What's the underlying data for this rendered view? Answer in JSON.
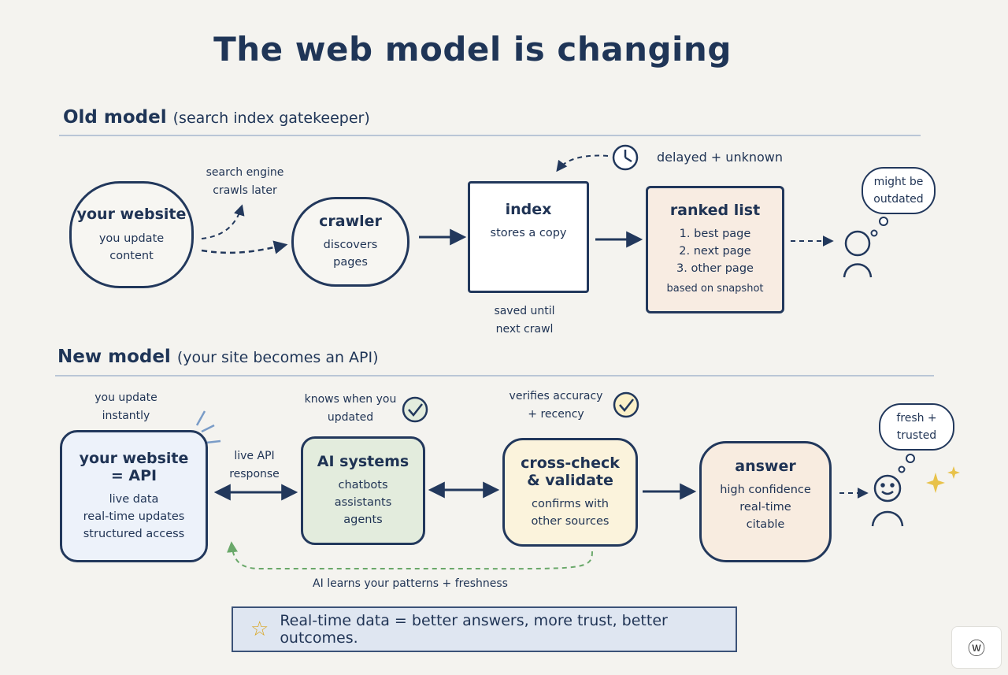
{
  "title": "The web model is changing",
  "old_model": {
    "heading": "Old model",
    "sub": "(search index gatekeeper)",
    "website": {
      "title": "your website",
      "lines": [
        "you update",
        "content"
      ]
    },
    "crawl_note": [
      "search engine",
      "crawls later"
    ],
    "crawler": {
      "title": "crawler",
      "lines": [
        "discovers",
        "pages"
      ]
    },
    "index": {
      "title": "index",
      "lines": [
        "stores a copy"
      ]
    },
    "index_note": [
      "saved until",
      "next crawl"
    ],
    "delay_note": "delayed + unknown",
    "ranked": {
      "title": "ranked list",
      "lines": [
        "1. best page",
        "2. next page",
        "3. other page",
        "based on snapshot"
      ]
    },
    "thought": [
      "might be",
      "outdated"
    ]
  },
  "new_model": {
    "heading": "New model",
    "sub": "(your site becomes an API)",
    "update_note": [
      "you update",
      "instantly"
    ],
    "website": {
      "title": "your website",
      "title2": "= API",
      "lines": [
        "live data",
        "real-time updates",
        "structured access"
      ]
    },
    "api_note": [
      "live API",
      "response"
    ],
    "ai": {
      "title": "AI systems",
      "lines": [
        "chatbots",
        "assistants",
        "agents"
      ]
    },
    "ai_note": [
      "knows when you",
      "updated"
    ],
    "cross": {
      "title": "cross-check",
      "title2": "& validate",
      "lines": [
        "confirms with",
        "other sources"
      ]
    },
    "cross_note": [
      "verifies accuracy",
      "+ recency"
    ],
    "answer": {
      "title": "answer",
      "lines": [
        "high confidence",
        "real-time",
        "citable"
      ]
    },
    "thought": [
      "fresh +",
      "trusted"
    ],
    "feedback_note": "AI learns your patterns + freshness"
  },
  "callout": "Real-time data = better answers, more trust, better outcomes.",
  "icons": {
    "clock": "clock-icon",
    "check": "check-circle-icon",
    "star": "star-icon",
    "person": "person-icon",
    "sparkle": "sparkle-icon",
    "brand": "brand-icon"
  },
  "colors": {
    "ink": "#22385c",
    "background": "#f4f3ef",
    "website_fill": "#edf2fa",
    "ai_fill": "#e3ecdd",
    "cross_fill": "#fbf3dc",
    "answer_fill": "#f8ece0",
    "ranked_fill": "#f8ece2",
    "feedback": "#6aa86a",
    "callout_fill": "#dfe6f1",
    "star": "#d9a624"
  }
}
